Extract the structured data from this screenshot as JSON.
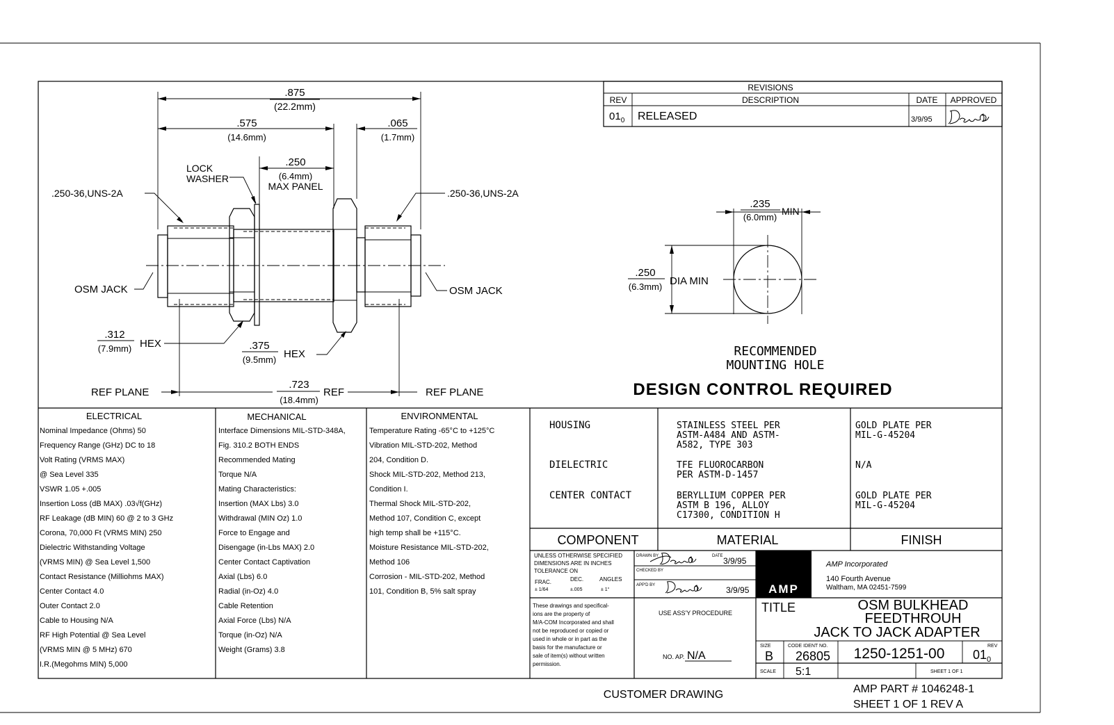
{
  "revisions": {
    "title": "REVISIONS",
    "headers": {
      "rev": "REV",
      "description": "DESCRIPTION",
      "date": "DATE",
      "approved": "APPROVED"
    },
    "row": {
      "rev": "01",
      "rev_sub": "0",
      "description": "RELEASED",
      "date": "3/9/95"
    }
  },
  "dims": {
    "overall": ".875",
    "overall_mm": "(22.2mm)",
    "span1": ".575",
    "span1_mm": "(14.6mm)",
    "gap": ".065",
    "gap_mm": "(1.7mm)",
    "panel": ".250",
    "panel_mm": "(6.4mm)",
    "panel_label": "MAX PANEL",
    "lock1": "LOCK",
    "lock2": "WASHER",
    "thread_left": ".250-36,UNS-2A",
    "thread_right": ".250-36,UNS-2A",
    "osm_left": "OSM JACK",
    "osm_right": "OSM JACK",
    "hex1": ".312",
    "hex1_mm": "(7.9mm)",
    "hex1_label": "HEX",
    "hex2": ".375",
    "hex2_mm": "(9.5mm)",
    "hex2_label": "HEX",
    "ref_plane_left": "REF PLANE",
    "ref_plane_right": "REF PLANE",
    "ref": ".723",
    "ref_mm": "(18.4mm)",
    "ref_label": "REF"
  },
  "hole": {
    "flat": ".235",
    "flat_mm": "(6.0mm)",
    "flat_label": "MIN",
    "dia": ".250",
    "dia_mm": "(6.3mm)",
    "dia_label": "DIA MIN",
    "caption1": "RECOMMENDED",
    "caption2": "MOUNTING HOLE",
    "design_control": "DESIGN CONTROL REQUIRED"
  },
  "electrical": {
    "title": "ELECTRICAL",
    "lines": [
      "Nominal Impedance (Ohms)   50",
      "Frequency Range (GHz) DC to 18",
      "Volt Rating (VRMS MAX)",
      "   @ Sea Level   335",
      "VSWR  1.05 +.005",
      "Insertion Loss (dB MAX)  .03√f(GHz)",
      "RF Leakage (dB MIN) 60 @ 2 to 3 GHz",
      "Corona, 70,000 Ft (VRMS MIN) 250",
      "Dielectric Withstanding Voltage",
      "   (VRMS MIN) @ Sea Level   1,500",
      "Contact Resistance (Milliohms MAX)",
      "   Center Contact   4.0",
      "   Outer Contact   2.0",
      "   Cable to Housing   N/A",
      "RF High Potential @ Sea Level",
      "   (VRMS MIN @ 5 MHz)   670",
      "I.R.(Megohms MIN)   5,000"
    ]
  },
  "mechanical": {
    "title": "MECHANICAL",
    "lines": [
      "Interface Dimensions MIL-STD-348A,",
      "   Fig. 310.2 BOTH ENDS",
      "Recommended Mating",
      "   Torque   N/A",
      "Mating Characteristics:",
      "   Insertion (MAX Lbs)   3.0",
      "   Withdrawal (MIN Oz)   1.0",
      "Force to Engage and",
      "   Disengage (in-Lbs MAX)   2.0",
      "Center Contact Captivation",
      "   Axial (Lbs)   6.0",
      "   Radial (in-Oz)   4.0",
      "Cable Retention",
      "   Axial Force (Lbs) N/A",
      "   Torque (in-Oz)   N/A",
      "Weight (Grams)   3.8"
    ]
  },
  "environmental": {
    "title": "ENVIRONMENTAL",
    "lines": [
      "Temperature Rating -65°C to +125°C",
      "Vibration MIL-STD-202, Method",
      "   204, Condition D.",
      "Shock MIL-STD-202, Method 213,",
      "   Condition I.",
      "Thermal Shock MIL-STD-202,",
      "   Method 107, Condition C, except",
      "   high temp shall be +115°C.",
      "Moisture Resistance MIL-STD-202,",
      "   Method 106",
      "Corrosion - MIL-STD-202, Method",
      "   101, Condition B, 5% salt spray"
    ]
  },
  "materials": {
    "rows": [
      {
        "component": "HOUSING",
        "material": [
          "STAINLESS STEEL PER",
          "ASTM-A484 AND ASTM-",
          "A582, TYPE 303"
        ],
        "finish": [
          "GOLD PLATE PER",
          "MIL-G-45204"
        ]
      },
      {
        "component": "DIELECTRIC",
        "material": [
          "TFE FLUOROCARBON",
          "PER ASTM-D-1457"
        ],
        "finish": [
          "N/A"
        ]
      },
      {
        "component": "CENTER CONTACT",
        "material": [
          "BERYLLIUM COPPER PER",
          "ASTM B 196, ALLOY",
          "C17300, CONDITION H"
        ],
        "finish": [
          "GOLD PLATE PER",
          "MIL-G-45204"
        ]
      }
    ],
    "headers": {
      "component": "COMPONENT",
      "material": "MATERIAL",
      "finish": "FINISH"
    }
  },
  "titleblock": {
    "tol_lines": [
      "UNLESS OTHERWISE SPECIFIED",
      "DIMENSIONS ARE IN INCHES",
      "TOLERANCE ON"
    ],
    "tol_heads": [
      "FRAC.",
      "DEC.",
      "ANGLES"
    ],
    "tol_vals": [
      "± 1/64",
      "±.005",
      "± 1°"
    ],
    "drawn_by": "DRAWN BY",
    "date_label": "DATE",
    "drawn_date": "3/9/95",
    "checked_by": "CHECKED BY",
    "appd_by": "APP'D BY",
    "appd_date": "3/9/95",
    "logo": "AMP",
    "company": "AMP Incorporated",
    "address1": "140 Fourth Avenue",
    "address2": "Waltham, MA 02451-7599",
    "notice": [
      "These drawings and specifical-",
      "ions are the property of",
      "M/A-COM Incorporated and shall",
      "not be reproduced or copied or",
      "used in whole or in part as the",
      "basis for the manufacture or",
      "sale of item(s) without written",
      "permission."
    ],
    "use_assy": "USE ASS'Y PROCEDURE",
    "no_ap_label": "NO. AP.",
    "no_ap_value": "N/A",
    "title_label": "TITLE",
    "title_lines": [
      "OSM BULKHEAD",
      "FEEDTHROUH",
      "JACK TO JACK ADAPTER"
    ],
    "size_label": "SIZE",
    "size": "B",
    "code_label": "CODE IDENT NO.",
    "code": "26805",
    "part_no": "1250-1251-00",
    "rev_label": "REV",
    "rev": "01",
    "rev_sub": "0",
    "scale_label": "SCALE",
    "scale": "5:1",
    "sheet": "SHEET  1  OF  1"
  },
  "footer": {
    "customer": "CUSTOMER DRAWING",
    "amp_part": "AMP PART # 1046248-1",
    "sheet_rev": "SHEET 1 OF 1   REV A"
  }
}
